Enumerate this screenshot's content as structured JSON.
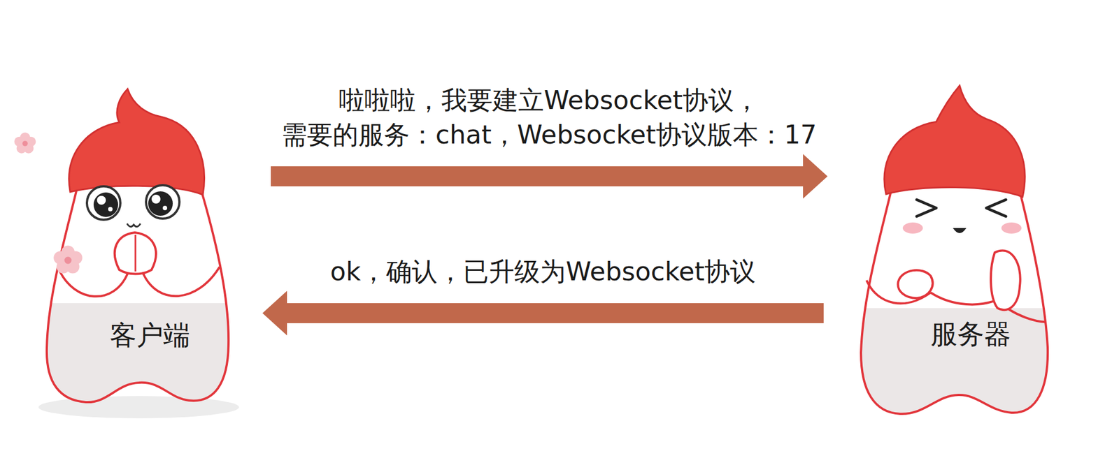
{
  "diagram": {
    "nodes": [
      {
        "text": [
          "客户端"
        ]
      },
      {
        "text": [
          "服务器"
        ]
      }
    ],
    "edges": [
      {
        "from": 0,
        "to": 1,
        "arrow": "to",
        "label": "啦啦啦，我要建立Websocket协议， 需要的服务：chat，Websocket协议版本：17"
      },
      {
        "from": 1,
        "to": 0,
        "arrow": "to",
        "label": "ok，确认，已升级为Websocket协议"
      }
    ]
  }
}
